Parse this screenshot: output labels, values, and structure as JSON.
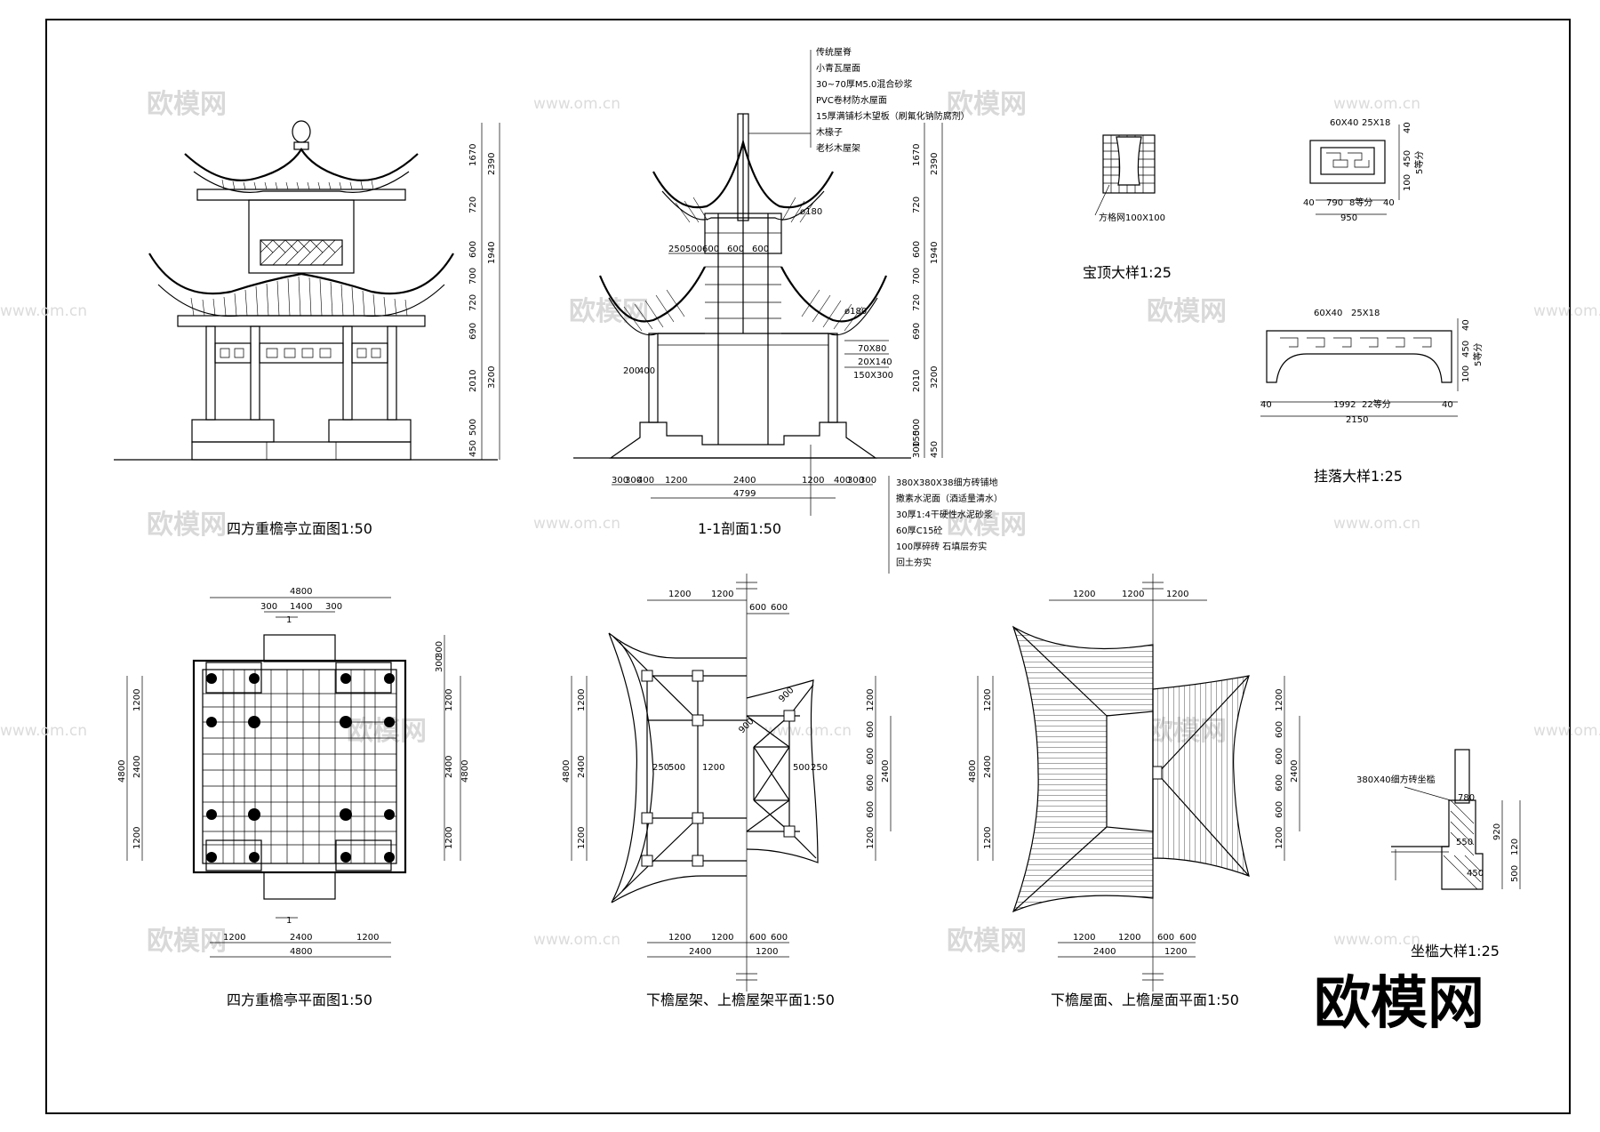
{
  "drawings": {
    "elevation": {
      "caption": "四方重檐亭立面图1:50",
      "dims_inner": [
        "1670",
        "720",
        "600",
        "700",
        "720",
        "690",
        "2010",
        "500",
        "450"
      ],
      "dims_outer": [
        "2390",
        "1940",
        "3200"
      ]
    },
    "section": {
      "caption": "1-1剖面1:50",
      "dims_inner": [
        "1670",
        "720",
        "600",
        "700",
        "720",
        "690",
        "2010",
        "500",
        "150",
        "300"
      ],
      "dims_outer": [
        "2390",
        "1940",
        "3200",
        "450"
      ],
      "top_dims": [
        "250",
        "500",
        "600",
        "600",
        "600"
      ],
      "bottom_dims": [
        "300",
        "300",
        "400",
        "1200",
        "2400",
        "1200",
        "400",
        "300",
        "300"
      ],
      "total": "4799",
      "side_dims": [
        "200",
        "400"
      ],
      "member_labels": [
        "ø180",
        "ø180",
        "70X80",
        "20X140",
        "150X300"
      ],
      "roof_layers": [
        "传统屋脊",
        "小青瓦屋面",
        "30~70厚M5.0混合砂浆",
        "PVC卷材防水屋面",
        "15厚满铺杉木望板（刷氟化钠防腐剂）",
        "木椽子",
        "老杉木屋架"
      ],
      "floor_layers": [
        "380X380X38细方砖铺地",
        "撒素水泥面（酒适量清水）",
        "30厚1:4干硬性水泥砂浆",
        "60厚C15砼",
        "100厚碎砖 石填层夯实",
        "回土夯实"
      ]
    },
    "baoding": {
      "caption": "宝顶大样1:25",
      "label": "方格网100X100"
    },
    "guaoluo": {
      "caption": "挂落大样1:25",
      "d1_top": [
        "60X40",
        "25X18"
      ],
      "d1_bottom": [
        "40",
        "790",
        "8等分",
        "40"
      ],
      "d1_total": "950",
      "d1_side": [
        "40",
        "450",
        "100",
        "5等分"
      ],
      "d2_top": [
        "60X40",
        "25X18"
      ],
      "d2_bottom": [
        "40",
        "1992",
        "22等分",
        "40"
      ],
      "d2_total": "2150",
      "d2_side": [
        "40",
        "450",
        "100",
        "5等分"
      ]
    },
    "plan": {
      "caption": "四方重檐亭平面图1:50",
      "top_total": "4800",
      "top_sub": [
        "300",
        "1400",
        "300"
      ],
      "cut_mark": "1",
      "left_total": "4800",
      "left_sub": [
        "1200",
        "2400",
        "1200"
      ],
      "right_sub": [
        "300",
        "300",
        "1200",
        "2400",
        "1200"
      ],
      "right_total": "4800",
      "bottom_sub": [
        "1200",
        "2400",
        "1200"
      ],
      "bottom_total": "4800"
    },
    "frame_plan": {
      "caption": "下檐屋架、上檐屋架平面1:50",
      "top_dims": [
        "1200",
        "1200"
      ],
      "top_dims_r": [
        "600",
        "600"
      ],
      "left_sub": [
        "1200",
        "2400",
        "1200"
      ],
      "left_total": "4800",
      "right_sub": [
        "1200",
        "600",
        "600",
        "600",
        "600",
        "1200"
      ],
      "right_total": "2400",
      "mid_labels": [
        "250",
        "500",
        "1200",
        "500",
        "250"
      ],
      "bottom_sub": [
        "1200",
        "1200",
        "600",
        "600"
      ],
      "bottom_total": [
        "2400",
        "1200"
      ],
      "diag_labels": [
        "900",
        "900"
      ]
    },
    "roof_plan": {
      "caption": "下檐屋面、上檐屋面平面1:50",
      "top_dims": [
        "1200",
        "1200",
        "1200"
      ],
      "left_sub": [
        "1200",
        "2400",
        "1200"
      ],
      "left_total": "4800",
      "right_sub": [
        "1200",
        "600",
        "600",
        "600",
        "600",
        "1200"
      ],
      "right_total": "2400",
      "bottom_sub": [
        "1200",
        "1200",
        "600",
        "600"
      ],
      "bottom_total": [
        "2400",
        "1200"
      ]
    },
    "seat": {
      "caption": "坐槛大样1:25",
      "label": "380X40细方砖坐槛",
      "dims": [
        "780",
        "550",
        "450",
        "920",
        "120",
        "500"
      ]
    }
  },
  "watermark": {
    "text": "欧模网",
    "url": "www.om.cn",
    "logo": "欧模网"
  }
}
